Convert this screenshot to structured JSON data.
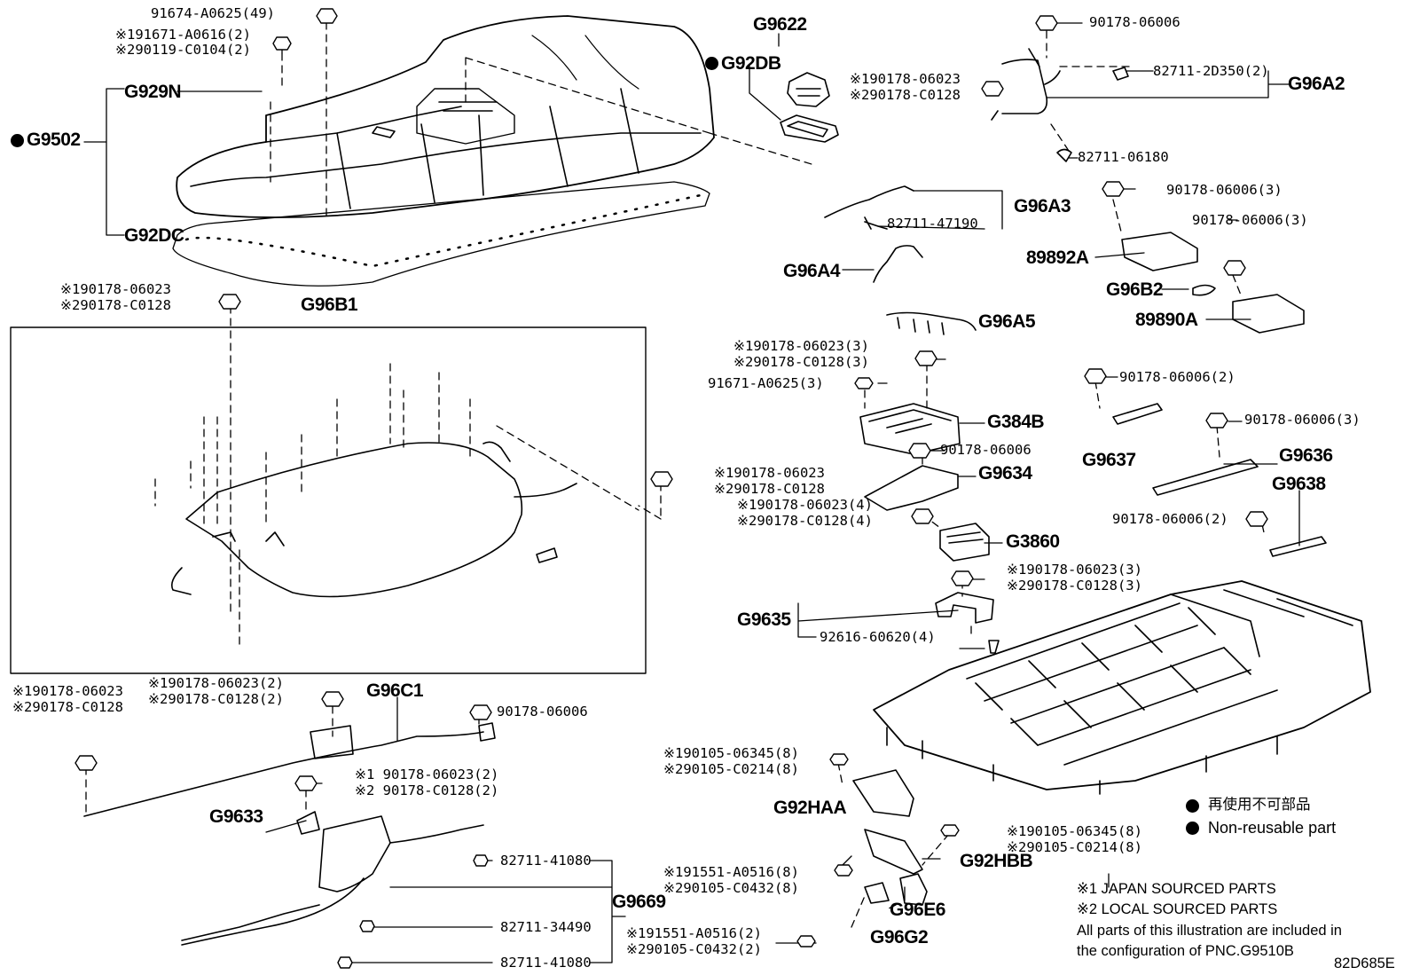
{
  "diagram_id": "82D685E",
  "main_groups": {
    "g9502": "G9502",
    "g92db": "G92DB",
    "g9622": "G9622",
    "g929n": "G929N",
    "g92dc": "G92DC",
    "g96a2": "G96A2",
    "g96a3": "G96A3",
    "g96a4": "G96A4",
    "g96a5": "G96A5",
    "g96b1": "G96B1",
    "g96b2": "G96B2",
    "p89892a": "89892A",
    "p89890a": "89890A",
    "g384b": "G384B",
    "g9634": "G9634",
    "g3860": "G3860",
    "g9637": "G9637",
    "g9636": "G9636",
    "g9638": "G9638",
    "g9635": "G9635",
    "g96c1": "G96C1",
    "g9633": "G9633",
    "g9669": "G9669",
    "g92haa": "G92HAA",
    "g92hbb": "G92HBB",
    "g96e6": "G96E6",
    "g96g2": "G96G2"
  },
  "part_numbers": {
    "p_91674_a0625": "91674-A0625(49)",
    "p_191671_a0616": "※191671-A0616(2)",
    "p_290119_c0104": "※290119-C0104(2)",
    "p_190178_06023_a": "※190178-06023",
    "p_290178_c0128_a": "※290178-C0128",
    "p_90178_06006_top": "90178-06006",
    "p_82711_2d350": "82711-2D350(2)",
    "p_82711_06180": "82711-06180",
    "p_82711_47190": "82711-47190",
    "p_90178_06006_3a": "90178-06006(3)",
    "p_90178_06006_3b": "90178-06006(3)",
    "p_190178_06023_b": "※190178-06023",
    "p_290178_c0128_b": "※290178-C0128",
    "p_190178_06023_3a": "※190178-06023(3)",
    "p_290178_c0128_3a": "※290178-C0128(3)",
    "p_91671_a0625": "91671-A0625(3)",
    "p_90178_06006_2a": "90178-06006(2)",
    "p_90178_06006_g9634": "90178-06006",
    "p_190178_06023_c": "※190178-06023",
    "p_290178_c0128_c": "※290178-C0128",
    "p_190178_06023_4": "※190178-06023(4)",
    "p_290178_c0128_4": "※290178-C0128(4)",
    "p_90178_06006_3c": "90178-06006(3)",
    "p_90178_06006_2b": "90178-06006(2)",
    "p_190178_06023_3b": "※190178-06023(3)",
    "p_290178_c0128_3b": "※290178-C0128(3)",
    "p_92616_60620": "92616-60620(4)",
    "p_190178_06023_d": "※190178-06023",
    "p_290178_c0128_d": "※290178-C0128",
    "p_190178_06023_2a": "※190178-06023(2)",
    "p_290178_c0128_2a": "※290178-C0128(2)",
    "p_90178_06006_c1": "90178-06006",
    "p_190178_06023_2b": "※1 90178-06023(2)",
    "p_290178_c0128_2b": "※2 90178-C0128(2)",
    "p_190105_06345_a": "※190105-06345(8)",
    "p_290105_c0214_a": "※290105-C0214(8)",
    "p_190105_06345_b": "※190105-06345(8)",
    "p_290105_c0214_b": "※290105-C0214(8)",
    "p_191551_a0516_8": "※191551-A0516(8)",
    "p_290105_c0432_8": "※290105-C0432(8)",
    "p_191551_a0516_2": "※191551-A0516(2)",
    "p_290105_c0432_2": "※290105-C0432(2)",
    "p_82711_41080_a": "82711-41080",
    "p_82711_34490": "82711-34490",
    "p_82711_41080_b": "82711-41080"
  },
  "legend": {
    "jp_nonreusable": "再使用不可部品",
    "en_nonreusable": "Non-reusable part"
  },
  "notes": {
    "line1": "※1 JAPAN SOURCED PARTS",
    "line2": "※2 LOCAL SOURCED PARTS",
    "line3": "All parts of this illustration are included in",
    "line4": "the configuration of PNC.G9510B"
  },
  "colors": {
    "ink": "#000000",
    "paper": "#ffffff"
  }
}
